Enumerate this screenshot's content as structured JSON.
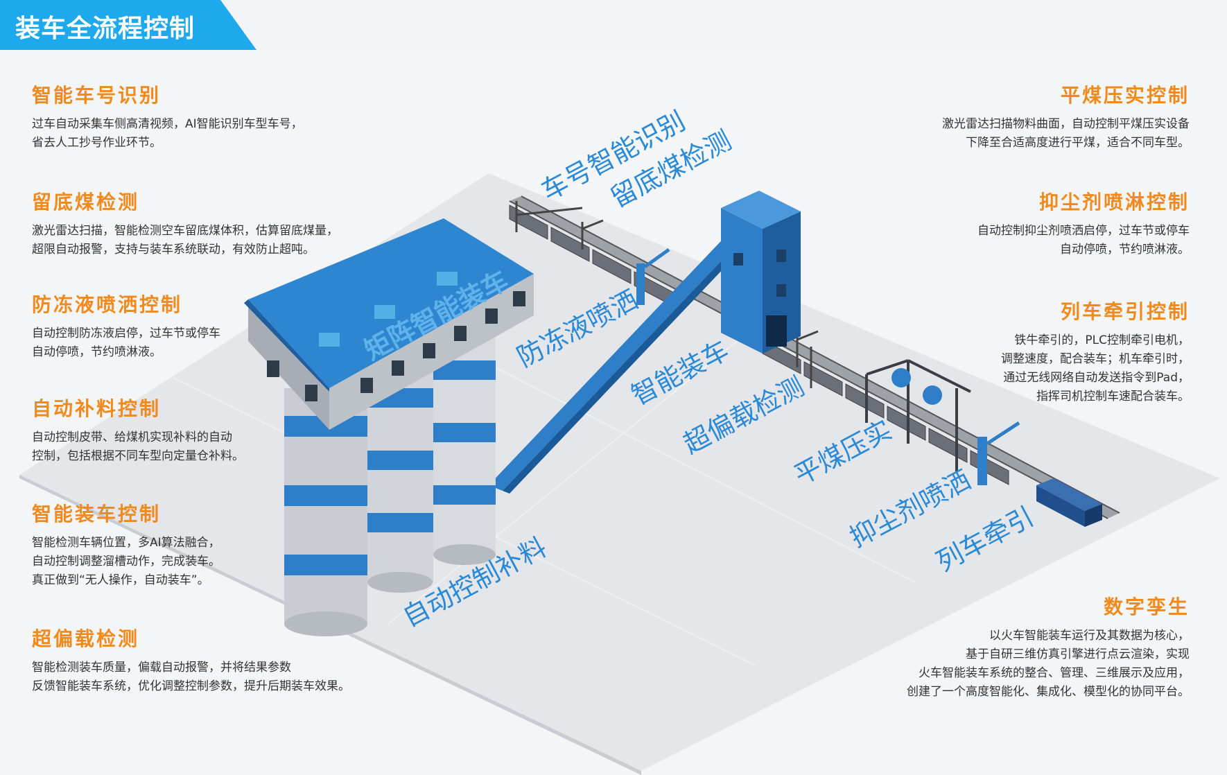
{
  "header": {
    "title": "装车全流程控制"
  },
  "left_blocks": [
    {
      "title": "智能车号识别",
      "desc": "过车自动采集车侧高清视频，AI智能识别车型车号，\n省去人工抄号作业环节。"
    },
    {
      "title": "留底煤检测",
      "desc": "激光雷达扫描，智能检测空车留底煤体积，估算留底煤量，\n超限自动报警，支持与装车系统联动，有效防止超吨。"
    },
    {
      "title": "防冻液喷洒控制",
      "desc": "自动控制防冻液启停，过车节或停车\n自动停喷，节约喷淋液。"
    },
    {
      "title": "自动补料控制",
      "desc": "自动控制皮带、给煤机实现补料的自动\n控制，包括根据不同车型向定量仓补料。"
    },
    {
      "title": "智能装车控制",
      "desc": "智能检测车辆位置，多AI算法融合，\n自动控制调整溜槽动作，完成装车。\n真正做到“无人操作，自动装车”。"
    },
    {
      "title": "超偏载检测",
      "desc": "智能检测装车质量，偏载自动报警，并将结果参数\n反馈智能装车系统，优化调整控制参数，提升后期装车效果。"
    }
  ],
  "right_blocks": [
    {
      "title": "平煤压实控制",
      "desc": "激光雷达扫描物料曲面，自动控制平煤压实设备\n下降至合适高度进行平煤，适合不同车型。"
    },
    {
      "title": "抑尘剂喷淋控制",
      "desc": "自动控制抑尘剂喷洒启停，过车节或停车\n自动停喷，节约喷淋液。"
    },
    {
      "title": "列车牵引控制",
      "desc": "铁牛牵引的，PLC控制牵引电机，\n调整速度，配合装车；机车牵引时，\n通过无线网络自动发送指令到Pad，\n指挥司机控制车速配合装车。"
    },
    {
      "title": "数字孪生",
      "desc": "以火车智能装车运行及其数据为核心，\n基于自研三维仿真引擎进行点云渲染，实现\n火车智能装车系统的整合、管理、三维展示及应用，\n创建了一个高度智能化、集成化、模型化的协同平台。"
    }
  ],
  "scene_labels": {
    "building_roof": "矩阵智能装车",
    "car_id": "车号智能识别",
    "residual_coal": "留底煤检测",
    "antifreeze": "防冻液喷洒",
    "loading": "智能装车",
    "overload": "超偏载检测",
    "leveling": "平煤压实",
    "dust": "抑尘剂喷洒",
    "traction": "列车牵引",
    "refill": "自动控制补料"
  },
  "colors": {
    "accent": "#1ea9ec",
    "orange": "#f08a1c",
    "blue": "#2f7fc8",
    "label_blue": "#2a8ad6"
  }
}
